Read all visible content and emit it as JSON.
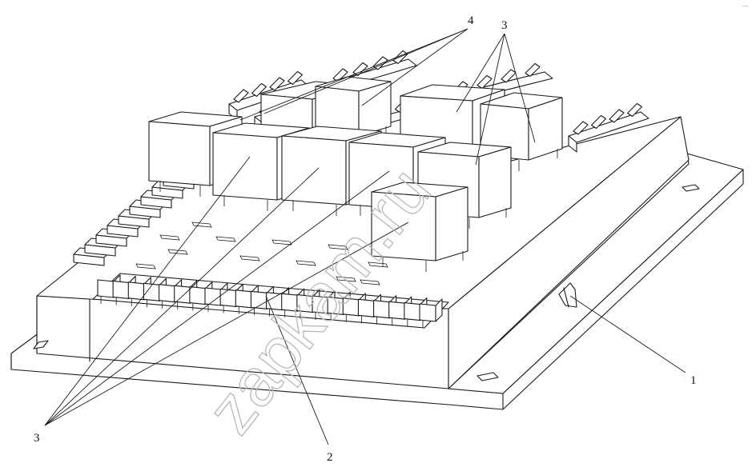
{
  "callouts": {
    "c1": "1",
    "c2": "2",
    "c3_top": "3",
    "c3_bottom": "3",
    "c4": "4"
  },
  "watermark": "zapkam.ru",
  "corner_mark": "·–"
}
